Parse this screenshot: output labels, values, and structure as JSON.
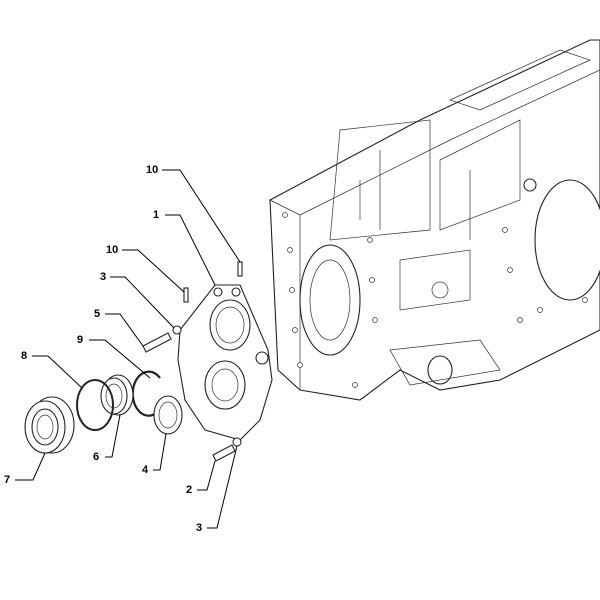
{
  "diagram": {
    "callouts": [
      {
        "id": "c10a",
        "text": "10"
      },
      {
        "id": "c1",
        "text": "1"
      },
      {
        "id": "c10b",
        "text": "10"
      },
      {
        "id": "c3a",
        "text": "3"
      },
      {
        "id": "c5",
        "text": "5"
      },
      {
        "id": "c9",
        "text": "9"
      },
      {
        "id": "c8",
        "text": "8"
      },
      {
        "id": "c7",
        "text": "7"
      },
      {
        "id": "c6",
        "text": "6"
      },
      {
        "id": "c4",
        "text": "4"
      },
      {
        "id": "c2",
        "text": "2"
      },
      {
        "id": "c3b",
        "text": "3"
      }
    ]
  }
}
